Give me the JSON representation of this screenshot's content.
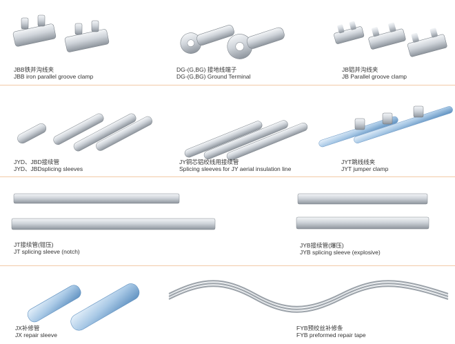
{
  "products": [
    {
      "cn": "JBB铁并沟线夹",
      "en": "JBB iron parallel groove clamp"
    },
    {
      "cn": "DG-(G,BG) 接地线端子",
      "en": "DG-(G,BG) Ground Terminal"
    },
    {
      "cn": "JB铝并沟线夹",
      "en": "JB Parallel groove clamp"
    },
    {
      "cn": "JYD、JBD接续管",
      "en": "JYD、JBDsplicing sleeves"
    },
    {
      "cn": "JY铜芯铝绞线用接续管",
      "en": "Splicing sleeves for JY aerial insulation line"
    },
    {
      "cn": "JYT跳线线夹",
      "en": "JYT jumper clamp"
    },
    {
      "cn": "JT接续管(钳压)",
      "en": "JT splicing sleeve (notch)"
    },
    {
      "cn": "JYB接续管(爆压)",
      "en": "JYB splicing sleeve (explosive)"
    },
    {
      "cn": "JX补修管",
      "en": "JX repair sleeve"
    },
    {
      "cn": "FYB预绞丝补修条",
      "en": "FYB preformed repair tape"
    }
  ],
  "colors": {
    "divider": "#f2c9a6",
    "metal": "#c9ced4",
    "metal_dark": "#8d949c",
    "metal_light": "#eef1f4"
  }
}
